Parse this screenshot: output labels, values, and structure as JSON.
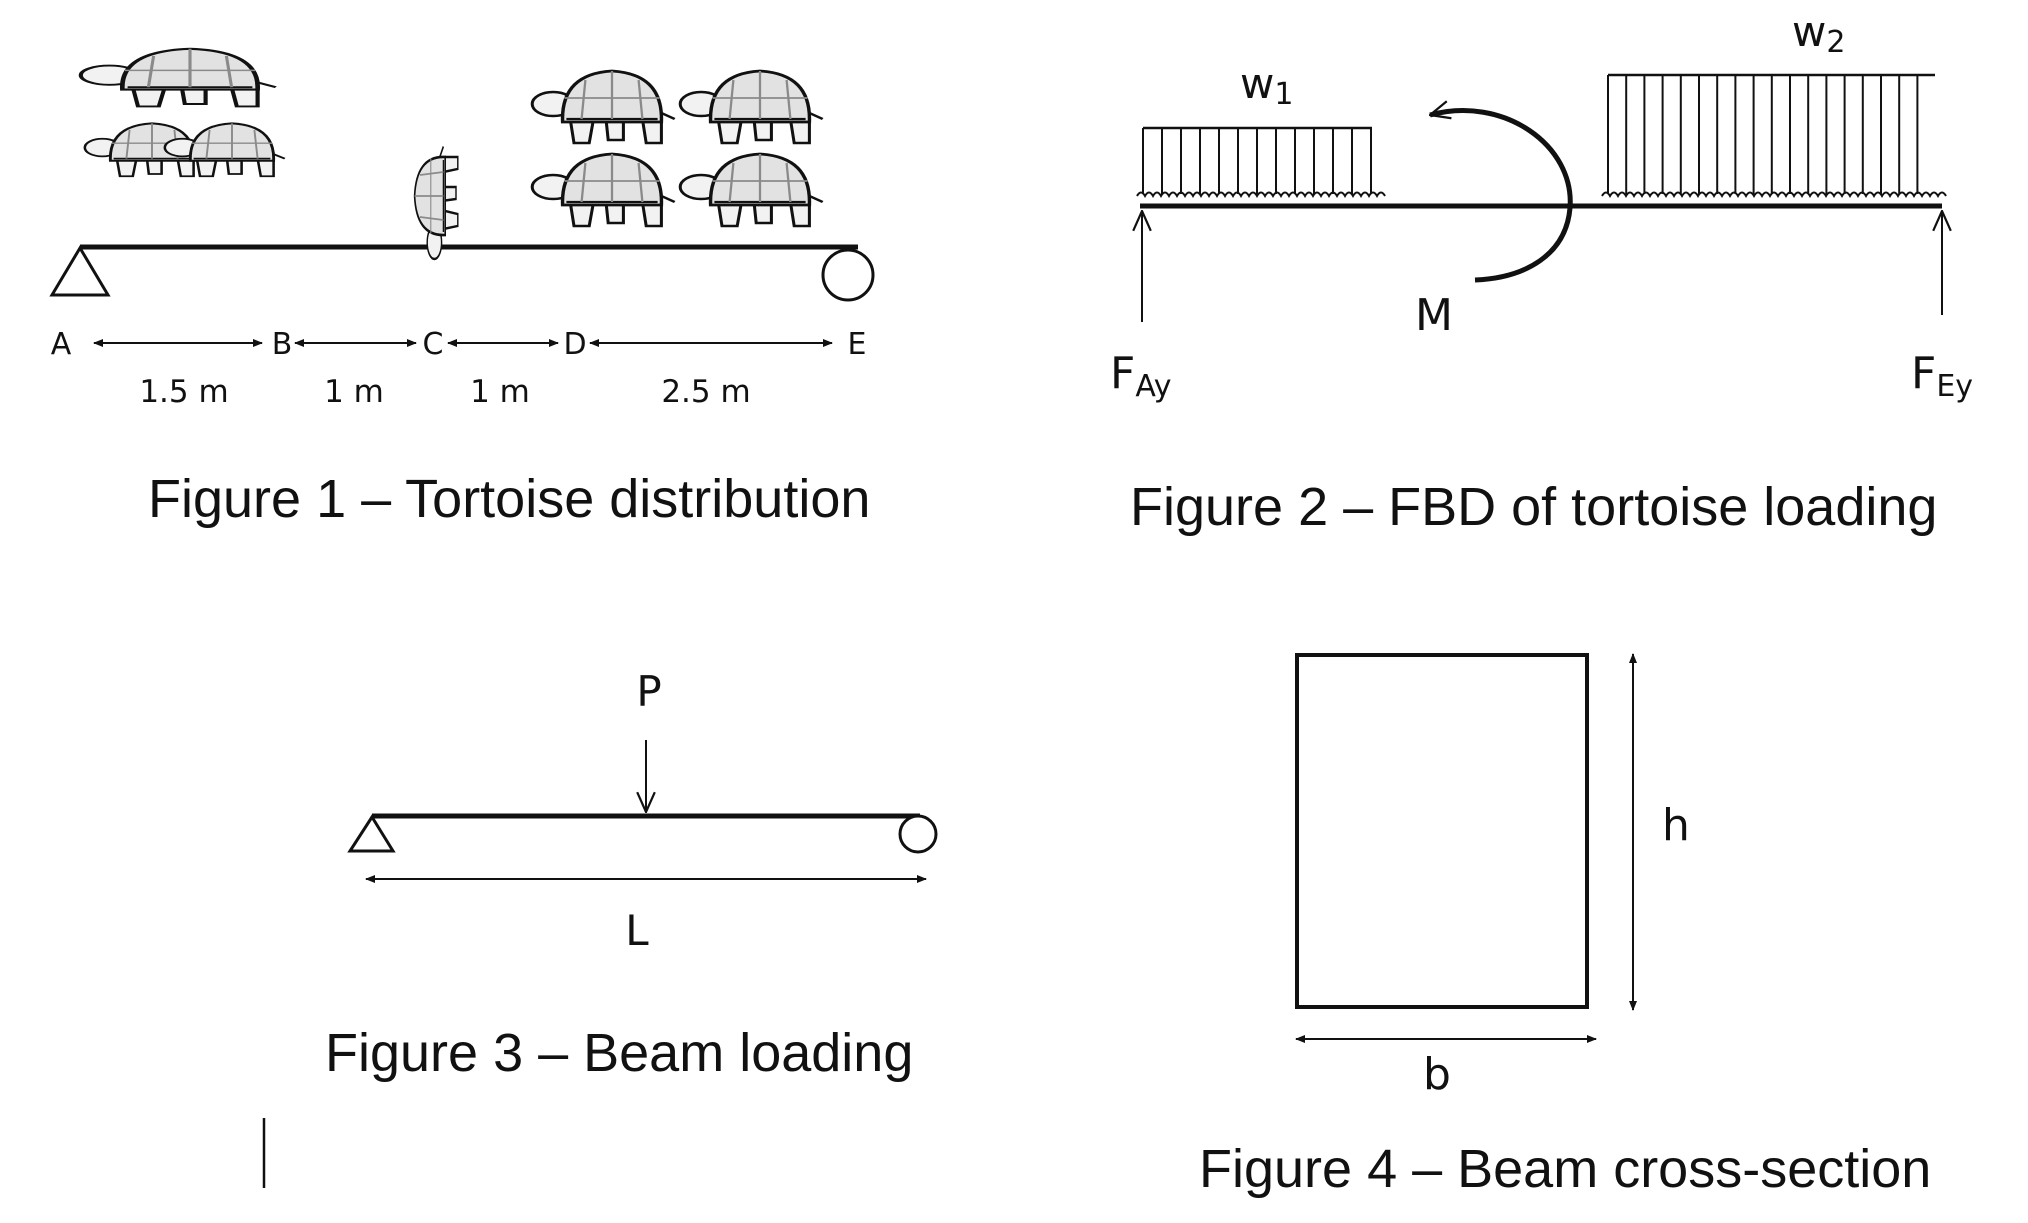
{
  "colors": {
    "ink": "#111111",
    "background": "#ffffff",
    "tortoise_shell": "#e2e2e2",
    "tortoise_detail": "#8a8a8a"
  },
  "icons": {
    "tortoise": "tortoise-icon",
    "pin_support": "triangle-pin-support-icon",
    "roller_support": "circle-roller-support-icon"
  },
  "figure1": {
    "caption": "Figure 1 – Tortoise distribution",
    "points": [
      "A",
      "B",
      "C",
      "D",
      "E"
    ],
    "spans": [
      "1.5 m",
      "1 m",
      "1 m",
      "2.5 m"
    ],
    "span_lengths_m": [
      1.5,
      1,
      1,
      2.5
    ]
  },
  "figure2": {
    "caption": "Figure 2 – FBD of tortoise loading",
    "w1": {
      "main": "w",
      "sub": "1"
    },
    "w2": {
      "main": "w",
      "sub": "2"
    },
    "moment": "M",
    "reaction_a": {
      "main": "F",
      "sub": "Ay"
    },
    "reaction_e": {
      "main": "F",
      "sub": "Ey"
    }
  },
  "figure3": {
    "caption": "Figure 3 – Beam loading",
    "load": "P",
    "length": "L"
  },
  "figure4": {
    "caption": "Figure 4 – Beam cross-section",
    "height": "h",
    "width": "b"
  }
}
